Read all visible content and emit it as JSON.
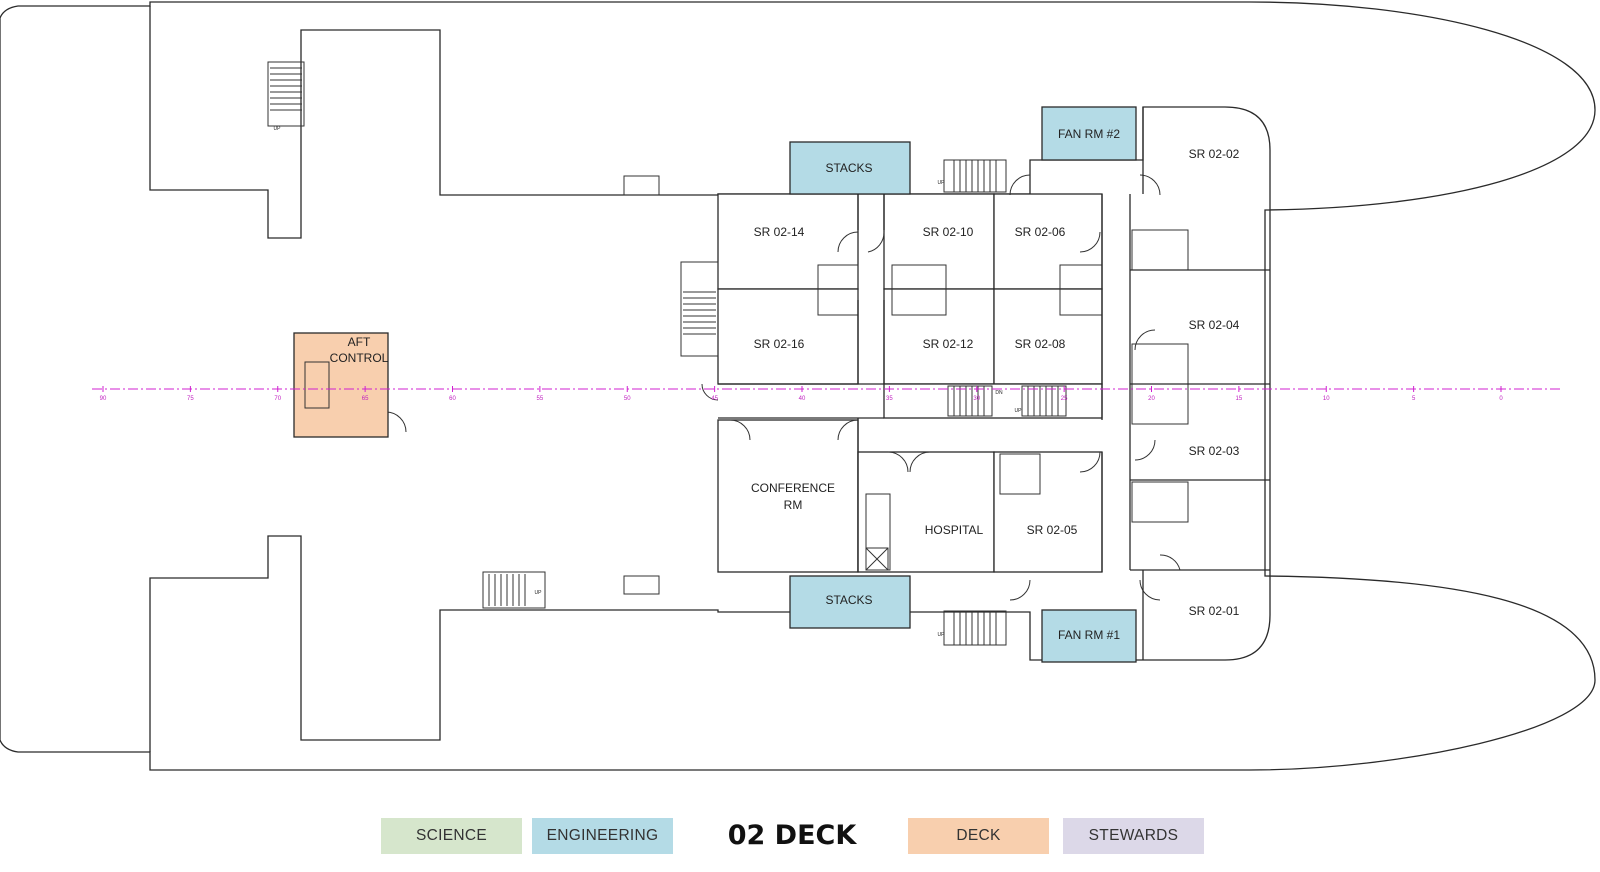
{
  "title": "02 DECK",
  "rooms": {
    "sr_02_01": "SR 02-01",
    "sr_02_02": "SR 02-02",
    "sr_02_03": "SR 02-03",
    "sr_02_04": "SR 02-04",
    "sr_02_05": "SR 02-05",
    "sr_02_06": "SR 02-06",
    "sr_02_08": "SR 02-08",
    "sr_02_10": "SR 02-10",
    "sr_02_12": "SR 02-12",
    "sr_02_14": "SR 02-14",
    "sr_02_16": "SR 02-16",
    "stacks_top": "STACKS",
    "stacks_bottom": "STACKS",
    "fan_rm_1": "FAN RM #1",
    "fan_rm_2": "FAN RM #2",
    "hospital": "HOSPITAL",
    "conference_line1": "CONFERENCE",
    "conference_line2": "RM",
    "aft_control_line1": "AFT",
    "aft_control_line2": "CONTROL"
  },
  "stair_labels": {
    "up": "UP",
    "dn": "DN"
  },
  "frame_ticks": [
    "90",
    "75",
    "70",
    "65",
    "60",
    "55",
    "50",
    "45",
    "40",
    "35",
    "30",
    "25",
    "20",
    "15",
    "10",
    "5",
    "0"
  ],
  "legend": {
    "science": "SCIENCE",
    "engineering": "ENGINEERING",
    "deck": "DECK",
    "stewards": "STEWARDS"
  },
  "colors": {
    "science": "#d6e6cc",
    "engineering": "#b4dbe6",
    "deck": "#f8cfae",
    "stewards": "#dcd8e8",
    "centerline": "#d020d0"
  }
}
